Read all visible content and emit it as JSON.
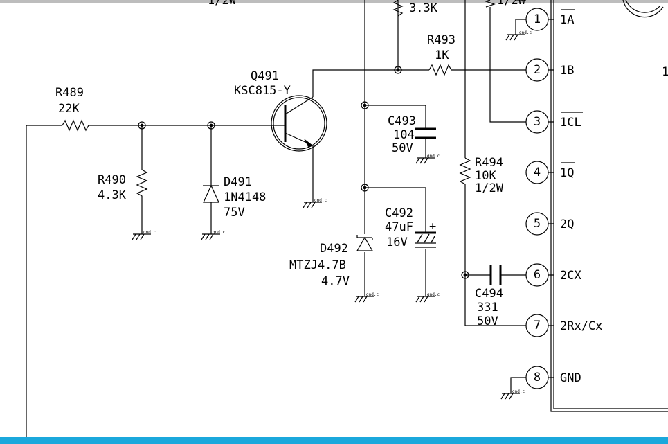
{
  "schematic": {
    "r489": {
      "ref": "R489",
      "value": "22K"
    },
    "r490": {
      "ref": "R490",
      "value": "4.3K"
    },
    "d491": {
      "ref": "D491",
      "part": "1N4148",
      "rating": "75V"
    },
    "q491": {
      "ref": "Q491",
      "part": "KSC815-Y"
    },
    "r493": {
      "ref": "R493",
      "value": "1K"
    },
    "r_top_left": {
      "value": "3.3K"
    },
    "r_top_right": {
      "value": "1/2W"
    },
    "r_top_far_left": {
      "value": "1/2W"
    },
    "c493": {
      "ref": "C493",
      "value": "104",
      "rating": "50V"
    },
    "c492": {
      "ref": "C492",
      "value": "47uF",
      "rating": "16V",
      "polarity": "+"
    },
    "d492": {
      "ref": "D492",
      "part": "MTZJ4.7B",
      "rating": "4.7V"
    },
    "r494": {
      "ref": "R494",
      "value": "10K",
      "rating": "1/2W"
    },
    "c494": {
      "ref": "C494",
      "value": "331",
      "rating": "50V"
    },
    "ground_tag": "gnd.c",
    "ic_side_label": "1"
  },
  "ic_pins": [
    {
      "num": "1",
      "name": "1A",
      "overbar": true
    },
    {
      "num": "2",
      "name": "1B",
      "overbar": false
    },
    {
      "num": "3",
      "name": "1CL",
      "overbar": true
    },
    {
      "num": "4",
      "name": "1Q",
      "overbar": true
    },
    {
      "num": "5",
      "name": "2Q",
      "overbar": false
    },
    {
      "num": "6",
      "name": "2CX",
      "overbar": false
    },
    {
      "num": "7",
      "name": "2Rx/Cx",
      "overbar": false
    },
    {
      "num": "8",
      "name": "GND",
      "overbar": false
    }
  ]
}
